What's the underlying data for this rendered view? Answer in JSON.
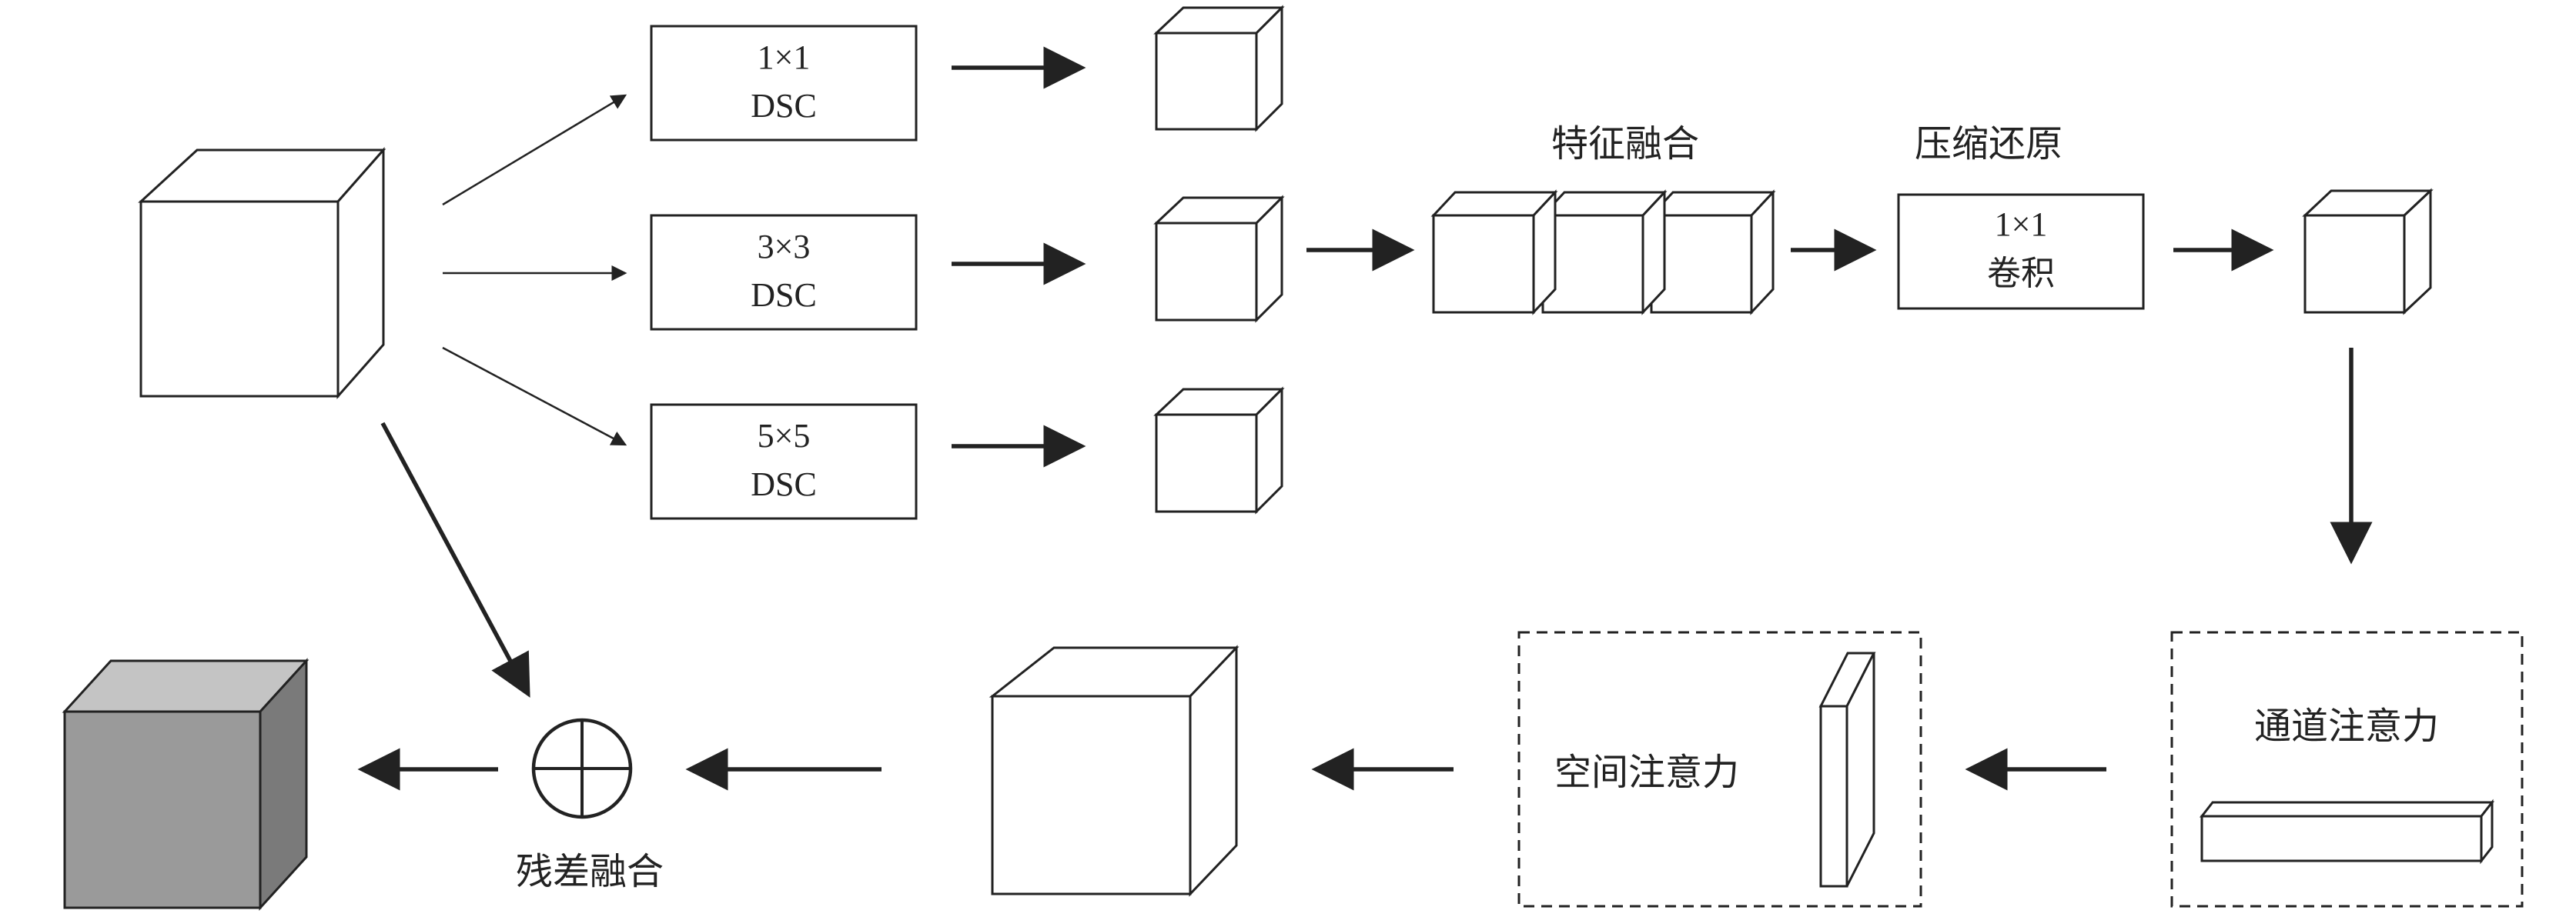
{
  "modules": {
    "conv1": {
      "line1": "1×1",
      "line2": "DSC"
    },
    "conv3": {
      "line1": "3×3",
      "line2": "DSC"
    },
    "conv5": {
      "line1": "5×5",
      "line2": "DSC"
    },
    "compress": {
      "line1": "1×1",
      "line2": "卷积"
    }
  },
  "labels": {
    "feature_fusion": "特征融合",
    "compress_restore": "压缩还原",
    "channel_attention": "通道注意力",
    "spatial_attention": "空间注意力",
    "residual_fusion": "残差融合"
  },
  "colors": {
    "line": "#222222",
    "output_front": "#9a9a9a",
    "output_top": "#c4c4c4",
    "output_side": "#7a7a7a"
  }
}
